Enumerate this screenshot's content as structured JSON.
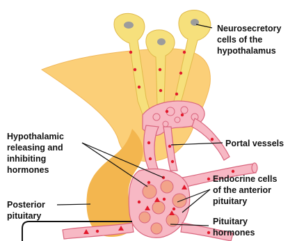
{
  "labels": {
    "neurosecretory": [
      "Neurosecretory",
      "cells of the",
      "hypothalamus"
    ],
    "releasing": [
      "Hypothalamic",
      "releasing and",
      "inhibiting",
      "hormones"
    ],
    "portal": [
      "Portal vessels"
    ],
    "endocrine": [
      "Endocrine cells",
      "of the anterior",
      "pituitary"
    ],
    "posterior": [
      "Posterior",
      "pituitary"
    ],
    "pituitary_hormones": [
      "Pituitary",
      "hormones"
    ]
  },
  "colors": {
    "hypothalamus": "#fbcf78",
    "posterior_pituitary": "#f3b64f",
    "neuron": "#f6e07c",
    "nucleus": "#9c9c9c",
    "vessel": "#f7b8c4",
    "vessel_outline": "#d9667e",
    "hormone_dot": "#e21a2c",
    "anterior_tissue": "#f2a48a"
  }
}
